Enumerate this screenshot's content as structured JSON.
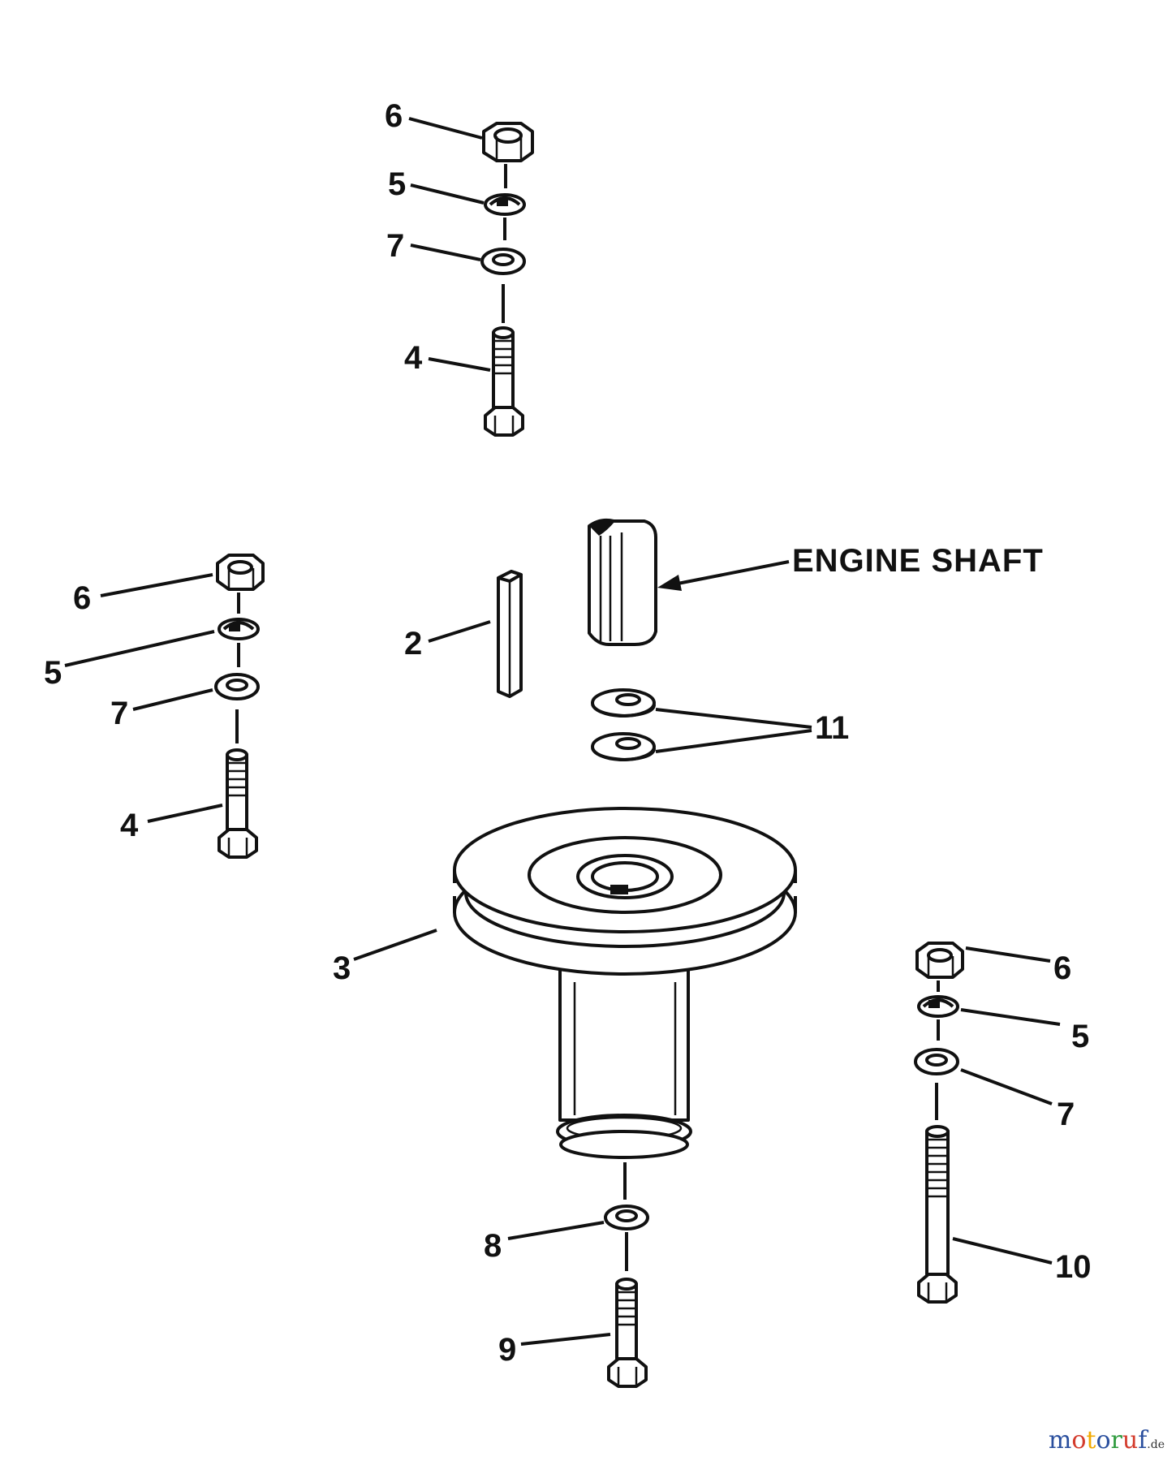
{
  "diagram": {
    "engine_shaft_label": "ENGINE SHAFT",
    "callouts": {
      "top_nut": "6",
      "top_lockwasher": "5",
      "top_washer": "7",
      "top_bolt": "4",
      "left_nut": "6",
      "left_lockwasher": "5",
      "left_washer": "7",
      "left_bolt": "4",
      "key": "2",
      "washers_pair": "11",
      "pulley": "3",
      "lower_washer": "8",
      "lower_bolt": "9",
      "right_nut": "6",
      "right_lockwasher": "5",
      "right_washer": "7",
      "right_bolt": "10"
    }
  },
  "watermark": {
    "letters": [
      "m",
      "o",
      "t",
      "o",
      "r",
      "u",
      "f"
    ],
    "letter_colors": [
      "#2a4f9e",
      "#d33b2c",
      "#f2a900",
      "#2a4f9e",
      "#2e9a3d",
      "#d33b2c",
      "#2a4f9e"
    ],
    "tld": ".de"
  }
}
